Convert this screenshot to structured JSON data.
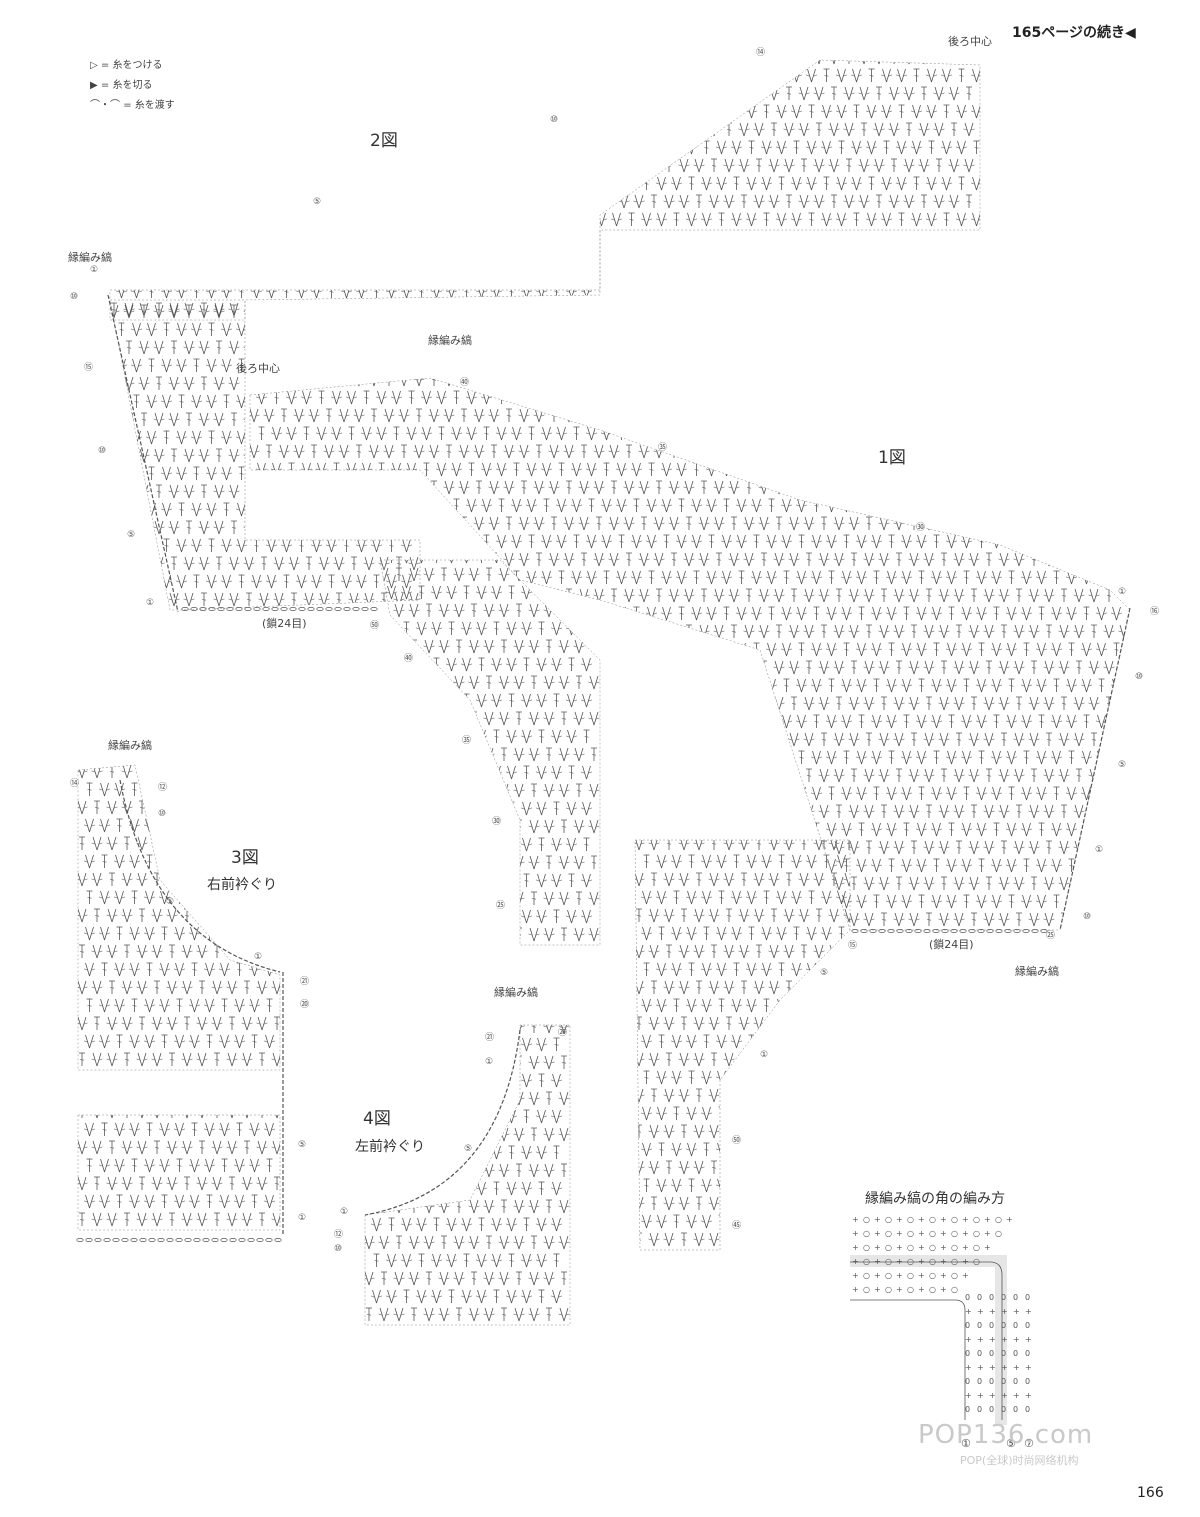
{
  "header": {
    "continued": "165ページの続き◀"
  },
  "legend": [
    {
      "symbol": "▷",
      "label": "= 糸をつける"
    },
    {
      "symbol": "▶",
      "label": "= 糸を切る"
    },
    {
      "symbol": "⌒・⌒",
      "label": "= 糸を渡す"
    }
  ],
  "figures": {
    "fig1": {
      "title": "1図",
      "center_back": "後ろ中心",
      "edging": "縁編み縞",
      "edging2": "縁編み縞",
      "chain": "(鎖24目)"
    },
    "fig2": {
      "title": "2図",
      "center_back": "後ろ中心",
      "edging": "縁編み縞",
      "chain": "(鎖24目)"
    },
    "fig3": {
      "title": "3図",
      "subtitle": "右前衿ぐり",
      "edging": "縁編み縞"
    },
    "fig4": {
      "title": "4図",
      "subtitle": "左前衿ぐり",
      "edging": "縁編み縞"
    },
    "corner": {
      "title": "縁編み縞の角の編み方",
      "row_labels": [
        "①",
        "⑤",
        "⑦"
      ]
    }
  },
  "row_markers": {
    "fig2": [
      "⑭",
      "⑩",
      "⑤",
      "①",
      "⑩",
      "⑮",
      "⑩",
      "⑤",
      "①"
    ],
    "fig1": [
      "①",
      "⑯",
      "⑩",
      "⑤",
      "①",
      "⑩",
      "⑮",
      "⑤",
      "①",
      "㊿",
      "㊺",
      "㊵",
      "㉟",
      "㉚",
      "㉕"
    ],
    "fig3": [
      "⑭",
      "⑫",
      "⑩",
      "⑤",
      "①",
      "㉑",
      "⑳",
      "⑤",
      "①"
    ],
    "fig4": [
      "①",
      "⑫",
      "⑩",
      "⑤",
      "①",
      "㉑",
      "⑳"
    ],
    "fig2_lower": [
      "㊿",
      "㊵",
      "㉟",
      "㉚",
      "㉕"
    ]
  },
  "footer": {
    "page_number": "166",
    "watermark": "POP136.com",
    "watermark_sub": "POP(全球)时尚网络机构"
  }
}
